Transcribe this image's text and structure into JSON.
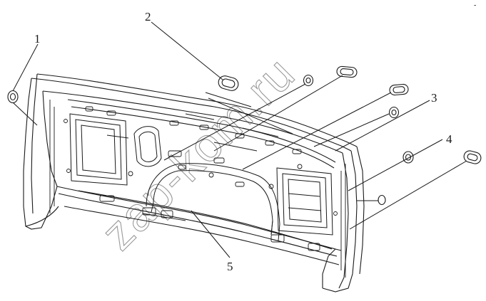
{
  "callouts": [
    {
      "id": "1",
      "label": "1"
    },
    {
      "id": "2",
      "label": "2"
    },
    {
      "id": "3",
      "label": "3"
    },
    {
      "id": "4",
      "label": "4"
    },
    {
      "id": "5",
      "label": "5"
    }
  ],
  "corner_mark": "-",
  "watermark": "zap-kom.ru",
  "colors": {
    "line": "#1a1a1a",
    "watermark": "#9a9a9a",
    "background": "#ffffff"
  }
}
